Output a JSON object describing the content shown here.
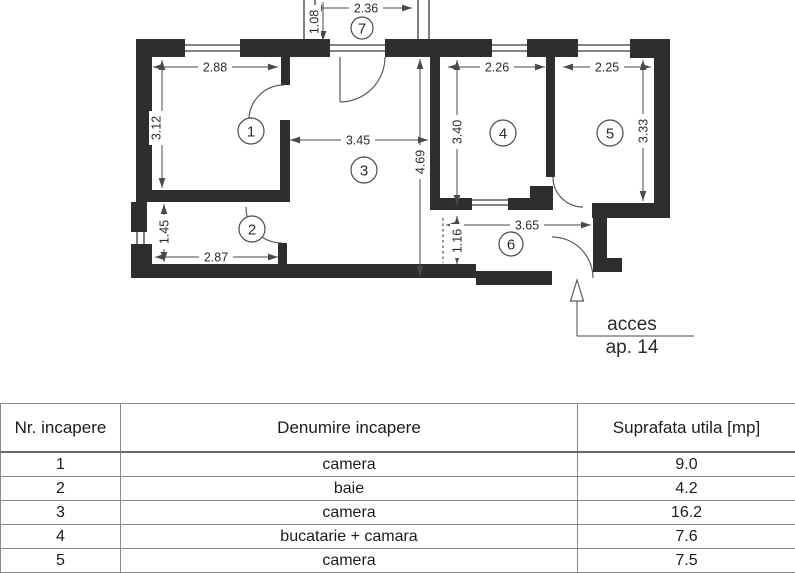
{
  "floor_plan": {
    "room_labels": {
      "r1": "1",
      "r2": "2",
      "r3": "3",
      "r4": "4",
      "r5": "5",
      "r6": "6",
      "r7": "7"
    },
    "dimensions": {
      "balcony_width": "2.36",
      "balcony_depth": "1.08",
      "room1_width": "2.88",
      "room1_height": "3.12",
      "room2_height": "1.45",
      "room2_width": "2.87",
      "room3_width": "3.45",
      "room3_height": "4.69",
      "room4_width": "2.26",
      "room4_height": "3.40",
      "room5_width": "2.25",
      "room5_height": "3.33",
      "hall_width": "3.65",
      "hall_height": "1.16"
    },
    "access_label_line1": "acces",
    "access_label_line2": "ap. 14"
  },
  "table": {
    "headers": [
      "Nr. incapere",
      "Denumire incapere",
      "Suprafata utila [mp]"
    ],
    "rows": [
      {
        "nr": "1",
        "name": "camera",
        "area": "9.0"
      },
      {
        "nr": "2",
        "name": "baie",
        "area": "4.2"
      },
      {
        "nr": "3",
        "name": "camera",
        "area": "16.2"
      },
      {
        "nr": "4",
        "name": "bucatarie + camara",
        "area": "7.6"
      },
      {
        "nr": "5",
        "name": "camera",
        "area": "7.5"
      }
    ]
  }
}
